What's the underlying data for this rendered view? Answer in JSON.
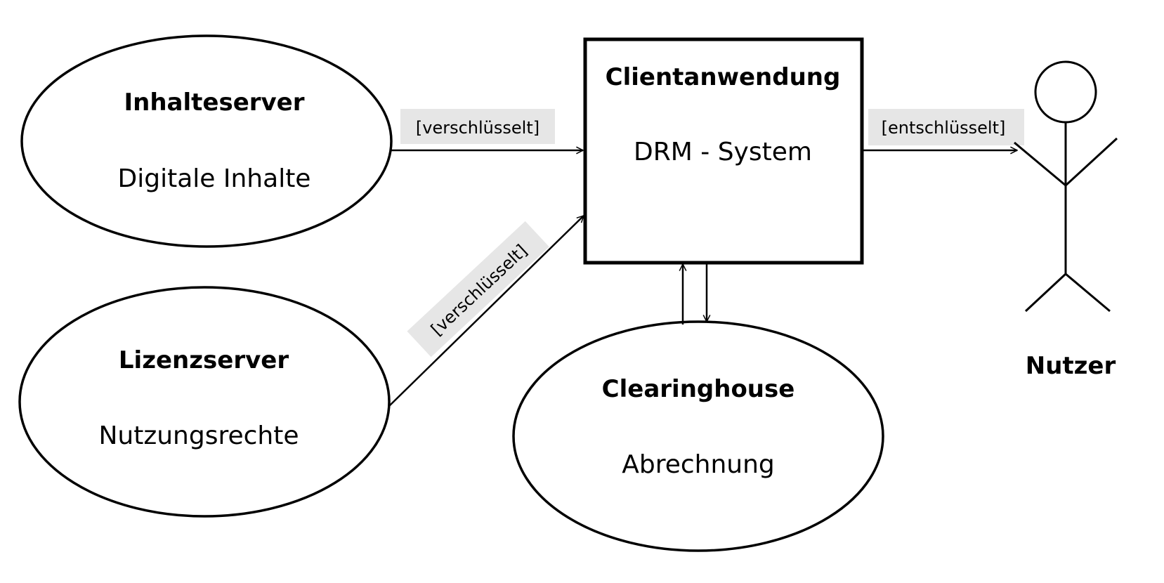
{
  "nodes": {
    "inhalteserver": {
      "title": "Inhalteserver",
      "subtitle": "Digitale Inhalte"
    },
    "lizenzserver": {
      "title": "Lizenzserver",
      "subtitle": "Nutzungsrechte"
    },
    "clientanwendung": {
      "title": "Clientanwendung",
      "subtitle": "DRM - System"
    },
    "clearinghouse": {
      "title": "Clearinghouse",
      "subtitle": "Abrechnung"
    },
    "nutzer": {
      "title": "Nutzer"
    }
  },
  "edges": {
    "inhalte_to_client": {
      "label": "[verschlüsselt]"
    },
    "lizenz_to_client": {
      "label": "[verschlüsselt]"
    },
    "client_to_nutzer": {
      "label": "[entschlüsselt]"
    }
  },
  "colors": {
    "stroke": "#000000",
    "label_background": "#e6e6e6",
    "background": "#ffffff"
  }
}
